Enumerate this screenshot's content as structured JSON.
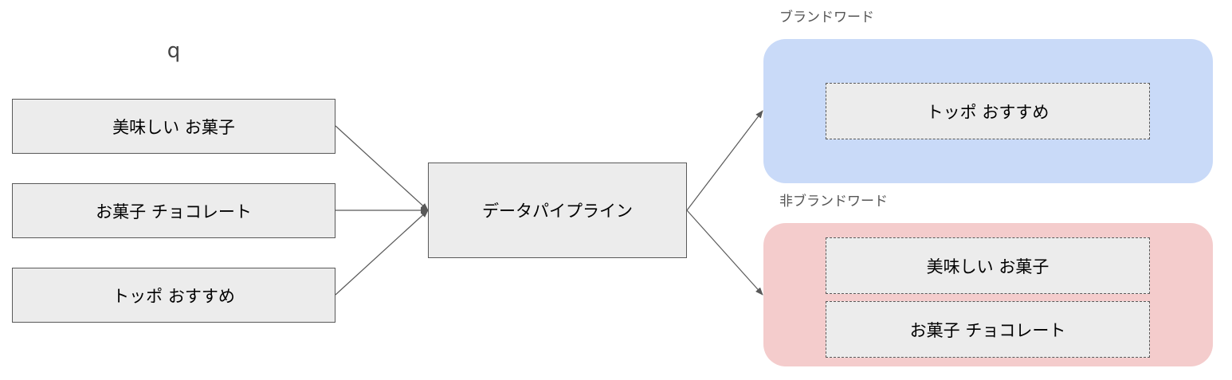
{
  "input": {
    "label": "q",
    "queries": [
      "美味しい お菓子",
      "お菓子 チョコレート",
      "トッポ おすすめ"
    ]
  },
  "pipeline": {
    "label": "データパイプライン"
  },
  "outputs": {
    "brand": {
      "title": "ブランドワード",
      "color": "#c9daf8",
      "items": [
        "トッポ おすすめ"
      ]
    },
    "nonbrand": {
      "title": "非ブランドワード",
      "color": "#f4cccc",
      "items": [
        "美味しい お菓子",
        "お菓子 チョコレート"
      ]
    }
  }
}
